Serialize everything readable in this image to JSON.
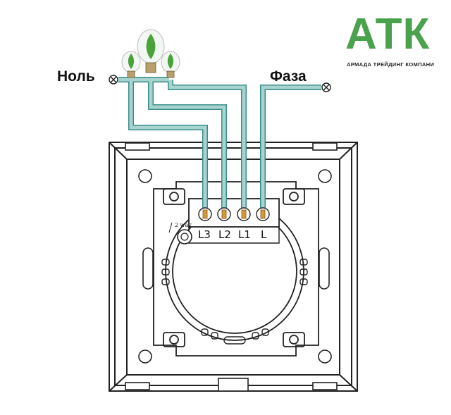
{
  "labels": {
    "neutral": "Ноль",
    "phase": "Фаза"
  },
  "logo": {
    "name": "АТК",
    "tagline": "АРМАДА ТРЕЙДИНГ КОМПАНИ",
    "color": "#4aa24c"
  },
  "terminals": [
    "L3",
    "L2",
    "L1",
    "L"
  ],
  "switch_mode": "2 way",
  "colors": {
    "wire_fill": "#a8d3cf",
    "wire_stroke": "#3a8f8a",
    "outline": "#222222",
    "leaf": "#49a33a",
    "terminal_brass": "#d49a3a"
  }
}
